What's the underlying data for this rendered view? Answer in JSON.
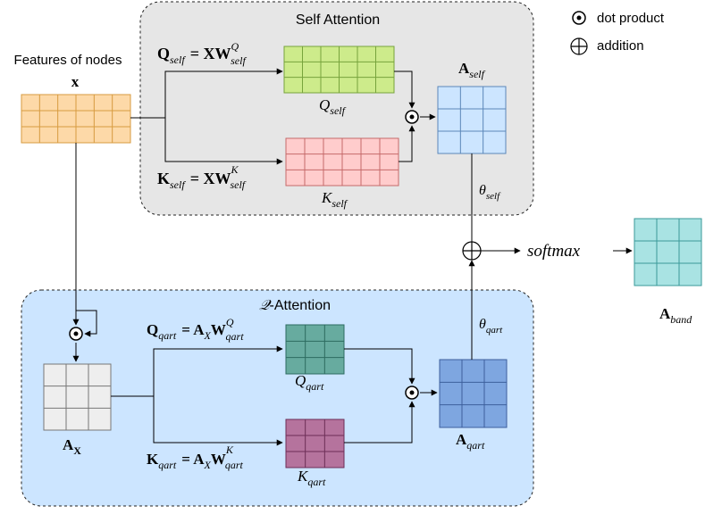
{
  "legend": {
    "dot_label": "dot product",
    "plus_label": "addition"
  },
  "self_attention": {
    "title": "Self Attention",
    "q_eq_lhs": "Q",
    "q_eq_lhs_sub": "self",
    "q_eq_rhs": "= XW",
    "q_eq_sup": "Q",
    "q_eq_sub": "self",
    "k_eq_lhs": "K",
    "k_eq_lhs_sub": "self",
    "k_eq_rhs": "= XW",
    "k_eq_sup": "K",
    "k_eq_sub": "self",
    "q_label": "Q",
    "q_label_sub": "self",
    "k_label": "K",
    "k_label_sub": "self",
    "a_label": "A",
    "a_label_sub": "self",
    "theta": "θ",
    "theta_sub": "self"
  },
  "q_attention": {
    "title": "-Attention",
    "title_prefix": "𝒬",
    "q_eq_lhs": "Q",
    "q_eq_lhs_sub": "qart",
    "q_eq_mid": "= A",
    "q_eq_mid_sub": "X",
    "q_eq_w": "W",
    "q_eq_sup": "Q",
    "q_eq_sub": "qart",
    "k_eq_lhs": "K",
    "k_eq_lhs_sub": "qart",
    "k_eq_mid": "= A",
    "k_eq_mid_sub": "X",
    "k_eq_w": "W",
    "k_eq_sup": "K",
    "k_eq_sub": "qart",
    "q_label": "Q",
    "q_label_sub": "qart",
    "k_label": "K",
    "k_label_sub": "qart",
    "a_label": "A",
    "a_label_sub": "qart",
    "ax_label": "A",
    "ax_label_sub": "X",
    "theta": "θ",
    "theta_sub": "qart"
  },
  "input": {
    "title": "Features of nodes",
    "x_label": "x"
  },
  "output": {
    "softmax": "softmax",
    "a_label": "A",
    "a_label_sub": "band"
  },
  "colors": {
    "orange_fill": "#fdd9a8",
    "orange_stroke": "#d79b40",
    "green_fill": "#cdeb8b",
    "green_stroke": "#77a33c",
    "pink_fill": "#ffcccc",
    "pink_stroke": "#c46a6a",
    "lightblue_fill": "#cce5ff",
    "lightblue_stroke": "#5b87b8",
    "teal_fill": "#a9e3e3",
    "teal_stroke": "#3a9a9a",
    "grey_fill": "#eeeeee",
    "grey_stroke": "#777777",
    "darkgreen_fill": "#67ab9f",
    "darkgreen_stroke": "#2d6b60",
    "purple_fill": "#b5739d",
    "purple_stroke": "#6d2e57",
    "blue_fill": "#7ea6e0",
    "blue_stroke": "#3d5f9c",
    "panel_self": "#e6e6e6",
    "panel_qart": "#cce5ff"
  }
}
